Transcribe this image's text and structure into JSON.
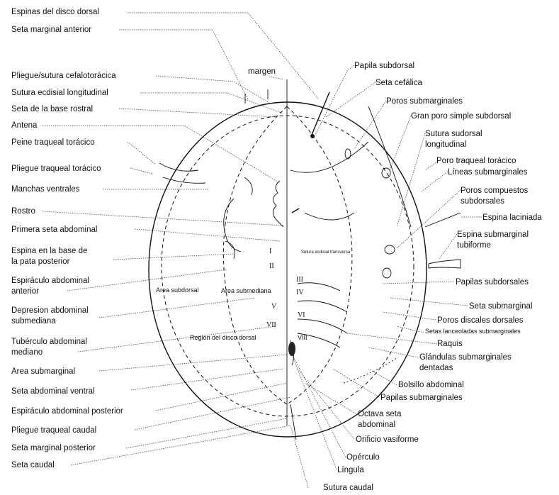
{
  "diagram": {
    "left_labels": [
      {
        "id": "espinas-disco-dorsal",
        "text": "Espinas del disco dorsal"
      },
      {
        "id": "seta-marginal-anterior",
        "text": "Seta marginal anterior"
      },
      {
        "id": "pliegue-sutura-cefalotoracica",
        "text": "Pliegue/sutura cefalotorácica"
      },
      {
        "id": "sutura-ecdisial-longitudinal",
        "text": "Sutura ecdisial longitudinal"
      },
      {
        "id": "seta-base-rostral",
        "text": "Seta de la base rostral"
      },
      {
        "id": "antena",
        "text": "Antena"
      },
      {
        "id": "peine-traqueal-toracico",
        "text": "Peine traqueal torácico"
      },
      {
        "id": "pliegue-traqueal-toracico",
        "text": "Pliegue traqueal torácico"
      },
      {
        "id": "manchas-ventrales",
        "text": "Manchas ventrales"
      },
      {
        "id": "rostro",
        "text": "Rostro"
      },
      {
        "id": "primera-seta-abdominal",
        "text": "Primera seta abdominal"
      },
      {
        "id": "espina-base-pata-1",
        "text": "Espina en la base de"
      },
      {
        "id": "espina-base-pata-2",
        "text": "la pata posterior"
      },
      {
        "id": "espiraculo-abd-anterior-1",
        "text": "Espiráculo abdominal"
      },
      {
        "id": "espiraculo-abd-anterior-2",
        "text": "anterior"
      },
      {
        "id": "depresion-abdominal-1",
        "text": "Depresion abdominal"
      },
      {
        "id": "depresion-abdominal-2",
        "text": "submediana"
      },
      {
        "id": "tuberculo-abdominal-1",
        "text": "Tubérculo abdominal"
      },
      {
        "id": "tuberculo-abdominal-2",
        "text": "mediano"
      },
      {
        "id": "area-submarginal",
        "text": "Area  submarginal"
      },
      {
        "id": "seta-abdominal-ventral",
        "text": "Seta abdominal ventral"
      },
      {
        "id": "espiraculo-abd-posterior",
        "text": "Espiráculo abdominal posterior"
      },
      {
        "id": "pliegue-traqueal-caudal",
        "text": "Pliegue traqueal caudal"
      },
      {
        "id": "seta-marginal-posterior",
        "text": "Seta marginal posterior"
      },
      {
        "id": "seta-caudal",
        "text": "Seta caudal"
      }
    ],
    "right_labels": [
      {
        "id": "papila-subdorsal",
        "text": "Papila subdorsal"
      },
      {
        "id": "seta-cefalica",
        "text": "Seta cefálica"
      },
      {
        "id": "poros-submarginales",
        "text": "Poros submarginales"
      },
      {
        "id": "gran-poro",
        "text": "Gran poro simple subdorsal"
      },
      {
        "id": "sutura-sudorsal-1",
        "text": "Sutura sudorsal"
      },
      {
        "id": "sutura-sudorsal-2",
        "text": "longitudinal"
      },
      {
        "id": "poro-traqueal-toracico",
        "text": "Poro traqueal torácico"
      },
      {
        "id": "lineas-submarginales",
        "text": "Líneas submarginales"
      },
      {
        "id": "poros-compuestos-1",
        "text": "Poros compuestos"
      },
      {
        "id": "poros-compuestos-2",
        "text": "subdorsales"
      },
      {
        "id": "espina-laciniada",
        "text": "Espina laciniada"
      },
      {
        "id": "espina-submarginal-1",
        "text": "Espina submarginal"
      },
      {
        "id": "espina-submarginal-2",
        "text": "tubiforme"
      },
      {
        "id": "papilas-subdorsales",
        "text": "Papilas subdorsales"
      },
      {
        "id": "seta-submarginal",
        "text": "Seta submarginal"
      },
      {
        "id": "poros-discales-dorsales",
        "text": "Poros discales dorsales"
      },
      {
        "id": "setas-lanceoladas",
        "text": "Setas lanceoladas submarginales"
      },
      {
        "id": "raquis",
        "text": "Raquis"
      },
      {
        "id": "glandulas-1",
        "text": "Glándulas submarginales"
      },
      {
        "id": "glandulas-2",
        "text": "dentadas"
      },
      {
        "id": "bolsillo-abdominal",
        "text": "Bolsillo abdominal"
      },
      {
        "id": "papilas-submarginales",
        "text": "Papilas submarginales"
      },
      {
        "id": "octava-seta-1",
        "text": "Octava seta"
      },
      {
        "id": "octava-seta-2",
        "text": "abdominal"
      },
      {
        "id": "orificio-vasiforme",
        "text": "Orificio vasiforme"
      },
      {
        "id": "operculo",
        "text": "Opérculo"
      },
      {
        "id": "lingula",
        "text": "Língula"
      },
      {
        "id": "sutura-caudal",
        "text": "Sutura caudal"
      }
    ],
    "inner_labels": {
      "margen": "margen",
      "area_subdorsal": "Area subdorsal",
      "area_submediana": "Area submediana",
      "region_disco": "Región del disco dorsal",
      "sutura_ecdisial_transversa": "Sutura ecdisial transversa"
    },
    "segments": [
      "I",
      "II",
      "III",
      "IV",
      "V",
      "VI",
      "VII",
      "VIII"
    ]
  }
}
